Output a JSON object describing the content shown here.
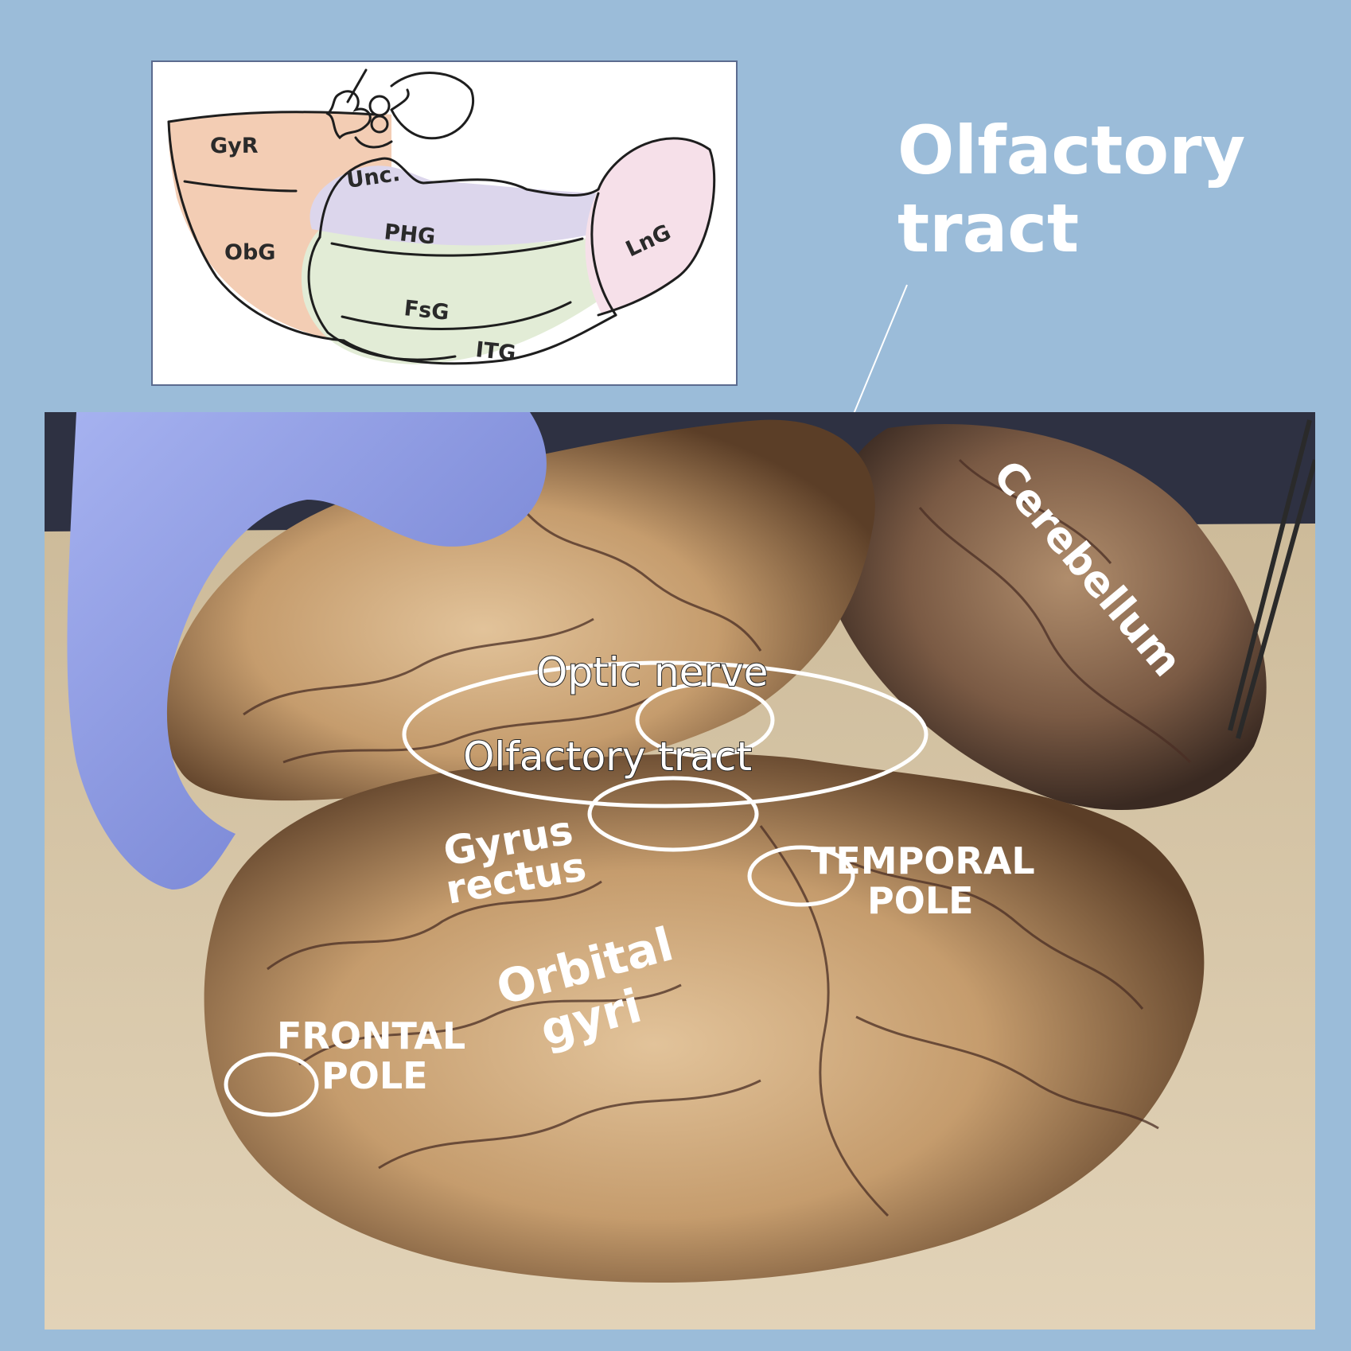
{
  "diagram": {
    "labels": {
      "gyr": "GyR",
      "obg": "ObG",
      "unc": "Unc.",
      "phg": "PHG",
      "fsg": "FsG",
      "itg": "ITG",
      "lng": "LnG"
    },
    "colors": {
      "orbital": "#f3cdb4",
      "uncus_phg": "#dcd6ec",
      "fusiform_itg": "#e2ecd6",
      "lingual": "#f6e0e9"
    }
  },
  "title": {
    "line1": "Olfactory",
    "line2": "tract"
  },
  "photo": {
    "labels": {
      "cerebellum": "Cerebellum",
      "optic_nerve": "Optic nerve",
      "olfactory_tract": "Olfactory tract",
      "gyrus_rectus_1": "Gyrus",
      "gyrus_rectus_2": "rectus",
      "temporal_pole_1": "TEMPORAL",
      "temporal_pole_2": "POLE",
      "orbital_gyri_1": "Orbital",
      "orbital_gyri_2": "gyri",
      "frontal_pole_1": "FRONTAL",
      "frontal_pole_2": "POLE"
    },
    "colors": {
      "brain": "#c9a37a",
      "glove": "#8f9be0",
      "background_tray": "#d9c6a6"
    }
  }
}
